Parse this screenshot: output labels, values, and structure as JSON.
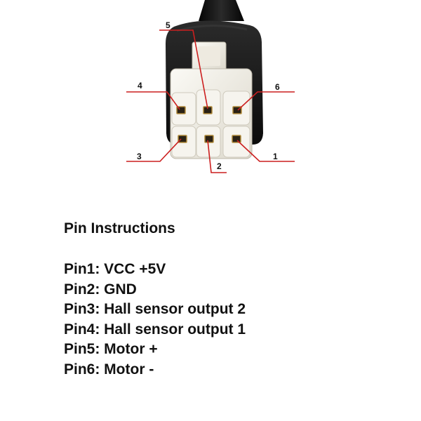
{
  "pin_labels": {
    "p1": "1",
    "p2": "2",
    "p3": "3",
    "p4": "4",
    "p5": "5",
    "p6": "6"
  },
  "instructions": {
    "title": "Pin Instructions",
    "lines": [
      "Pin1: VCC +5V",
      "Pin2: GND",
      "Pin3: Hall sensor output 2",
      "Pin4: Hall sensor output 1",
      "Pin5: Motor +",
      "Pin6: Motor -"
    ]
  },
  "colors": {
    "leader_line": "#cc1f1f",
    "connector_body": "#f3f1ea",
    "cable": "#151515"
  }
}
